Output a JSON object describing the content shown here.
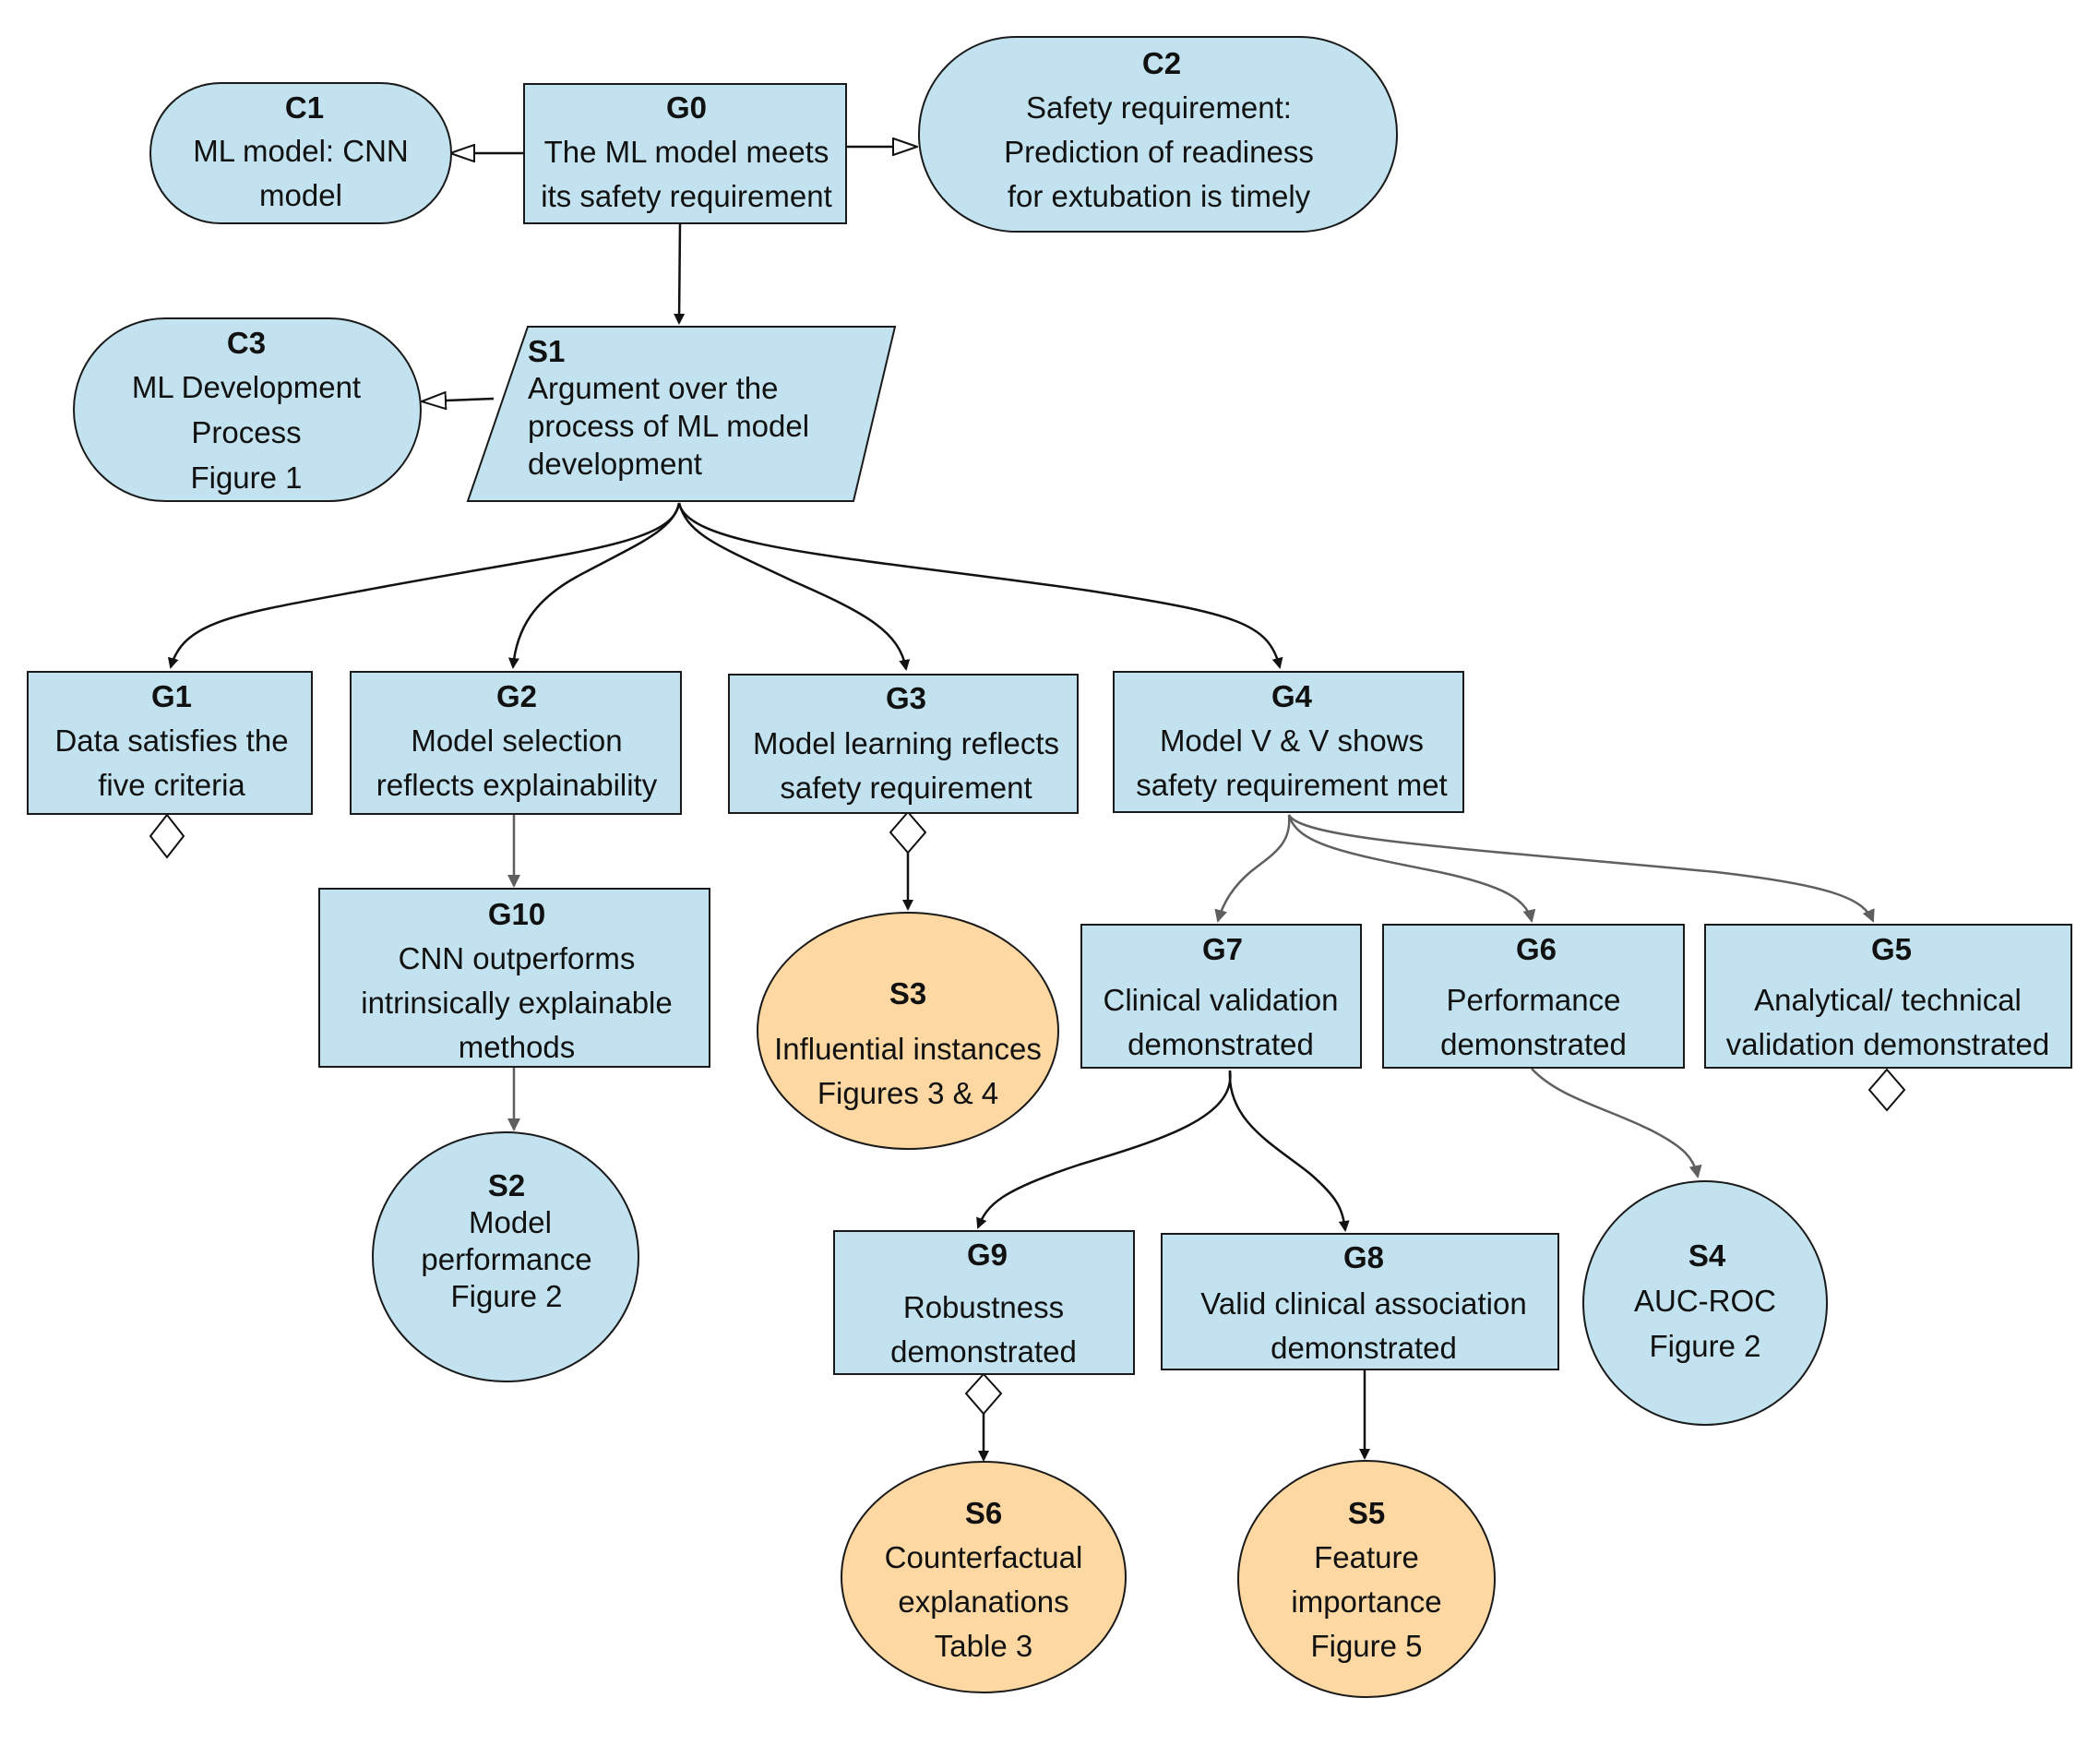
{
  "colors": {
    "blue_fill": "#c1e2ee",
    "orange_fill": "#fdd8a2",
    "stroke": "#1a1a1a",
    "edge_dark": "#111111",
    "edge_gray": "#5f5f5f"
  },
  "nodes": {
    "C1": {
      "id": "C1",
      "lines": [
        "ML model: CNN",
        "model"
      ]
    },
    "G0": {
      "id": "G0",
      "lines": [
        "The ML model meets",
        "its safety requirement"
      ]
    },
    "C2": {
      "id": "C2",
      "lines": [
        "Safety requirement:",
        "Prediction of readiness",
        "for extubation is timely"
      ]
    },
    "C3": {
      "id": "C3",
      "lines": [
        "ML Development",
        "Process",
        "Figure 1"
      ]
    },
    "S1": {
      "id": "S1",
      "lines": [
        "Argument over the",
        "process of ML model",
        "development"
      ]
    },
    "G1": {
      "id": "G1",
      "lines": [
        "Data satisfies the",
        "five criteria"
      ]
    },
    "G2": {
      "id": "G2",
      "lines": [
        "Model selection",
        "reflects explainability"
      ]
    },
    "G3": {
      "id": "G3",
      "lines": [
        "Model learning reflects",
        "safety requirement"
      ]
    },
    "G4": {
      "id": "G4",
      "lines": [
        "Model V & V shows",
        "safety requirement met"
      ]
    },
    "G10": {
      "id": "G10",
      "lines": [
        "CNN outperforms",
        "intrinsically explainable",
        "methods"
      ]
    },
    "S2": {
      "id": "S2",
      "lines": [
        "Model",
        "performance",
        "Figure 2"
      ]
    },
    "S3": {
      "id": "S3",
      "lines": [
        "Influential instances",
        "Figures 3 & 4"
      ]
    },
    "G7": {
      "id": "G7",
      "lines": [
        "Clinical validation",
        "demonstrated"
      ]
    },
    "G6": {
      "id": "G6",
      "lines": [
        "Performance",
        "demonstrated"
      ]
    },
    "G5": {
      "id": "G5",
      "lines": [
        "Analytical/ technical",
        "validation demonstrated"
      ]
    },
    "G9": {
      "id": "G9",
      "lines": [
        "Robustness",
        "demonstrated"
      ]
    },
    "G8": {
      "id": "G8",
      "lines": [
        "Valid clinical association",
        "demonstrated"
      ]
    },
    "S4": {
      "id": "S4",
      "lines": [
        "AUC-ROC",
        "Figure 2"
      ]
    },
    "S6": {
      "id": "S6",
      "lines": [
        "Counterfactual",
        "explanations",
        "Table 3"
      ]
    },
    "S5": {
      "id": "S5",
      "lines": [
        "Feature",
        "importance",
        "Figure 5"
      ]
    }
  }
}
